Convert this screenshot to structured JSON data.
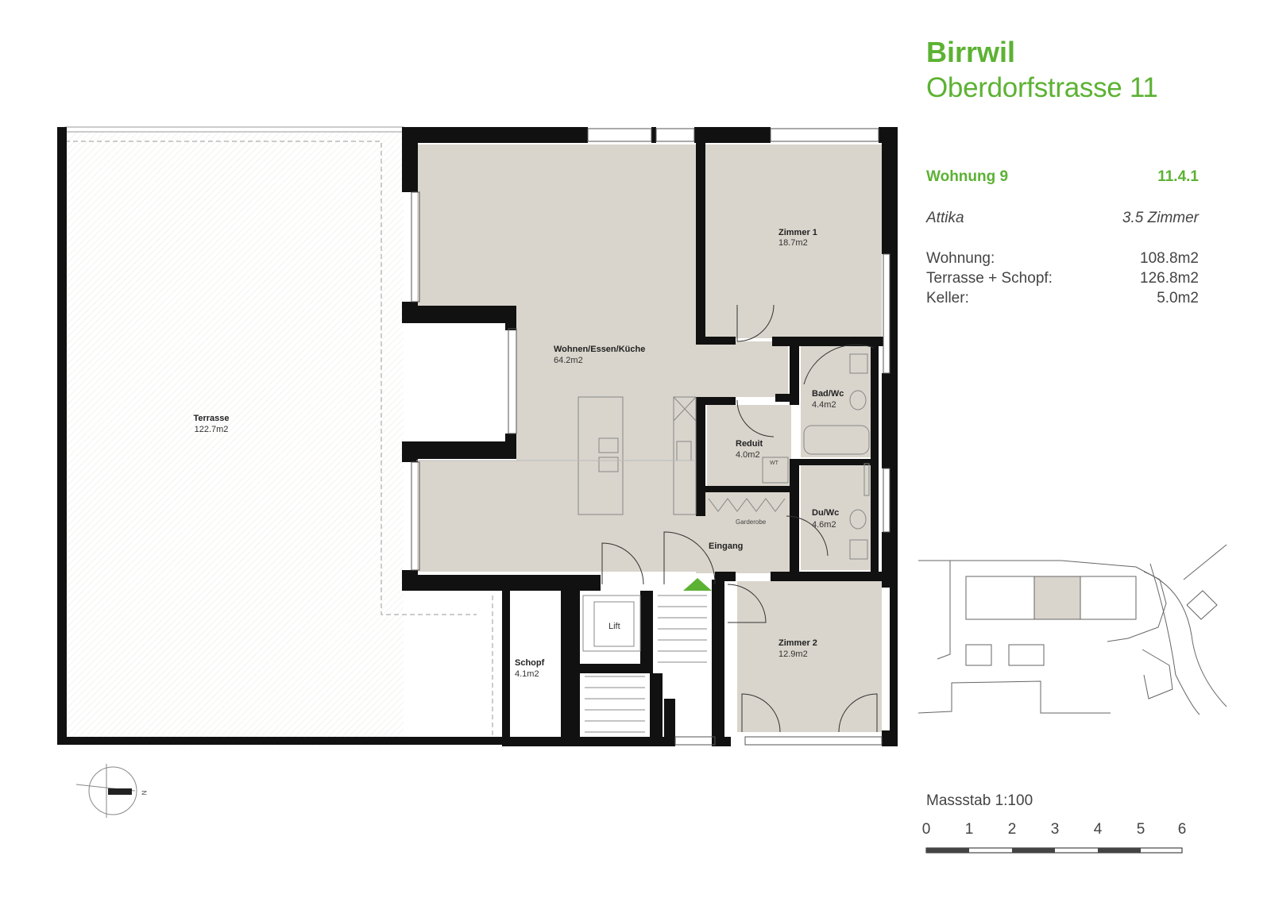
{
  "header": {
    "project_name": "Birrwil",
    "address": "Oberdorfstrasse 11"
  },
  "summary": {
    "apartment": "Wohnung 9",
    "code": "11.4.1",
    "floor": "Attika",
    "rooms": "3.5 Zimmer",
    "areas": [
      {
        "label": "Wohnung:",
        "value": "108.8m2"
      },
      {
        "label": "Terrasse + Schopf:",
        "value": "126.8m2"
      },
      {
        "label": "Keller:",
        "value": "5.0m2"
      }
    ]
  },
  "plan": {
    "rooms": {
      "terrasse": {
        "name": "Terrasse",
        "area": "122.7m2"
      },
      "wohnen": {
        "name": "Wohnen/Essen/Küche",
        "area": "64.2m2"
      },
      "zimmer1": {
        "name": "Zimmer 1",
        "area": "18.7m2"
      },
      "zimmer2": {
        "name": "Zimmer 2",
        "area": "12.9m2"
      },
      "bad": {
        "name": "Bad/Wc",
        "area": "4.4m2"
      },
      "reduit": {
        "name": "Reduit",
        "area": "4.0m2"
      },
      "du": {
        "name": "Du/Wc",
        "area": "4.6m2"
      },
      "schopf": {
        "name": "Schopf",
        "area": "4.1m2"
      },
      "eingang": {
        "name": "Eingang"
      },
      "lift": {
        "name": "Lift"
      }
    },
    "labels": {
      "garderobe": "Garderobe",
      "wt": "WT",
      "north": "N"
    },
    "colors": {
      "accent": "#5cb233",
      "room_fill": "#d9d5cc",
      "wall": "#111111"
    }
  },
  "scale": {
    "label": "Massstab 1:100",
    "ticks": [
      "0",
      "1",
      "2",
      "3",
      "4",
      "5",
      "6"
    ]
  }
}
